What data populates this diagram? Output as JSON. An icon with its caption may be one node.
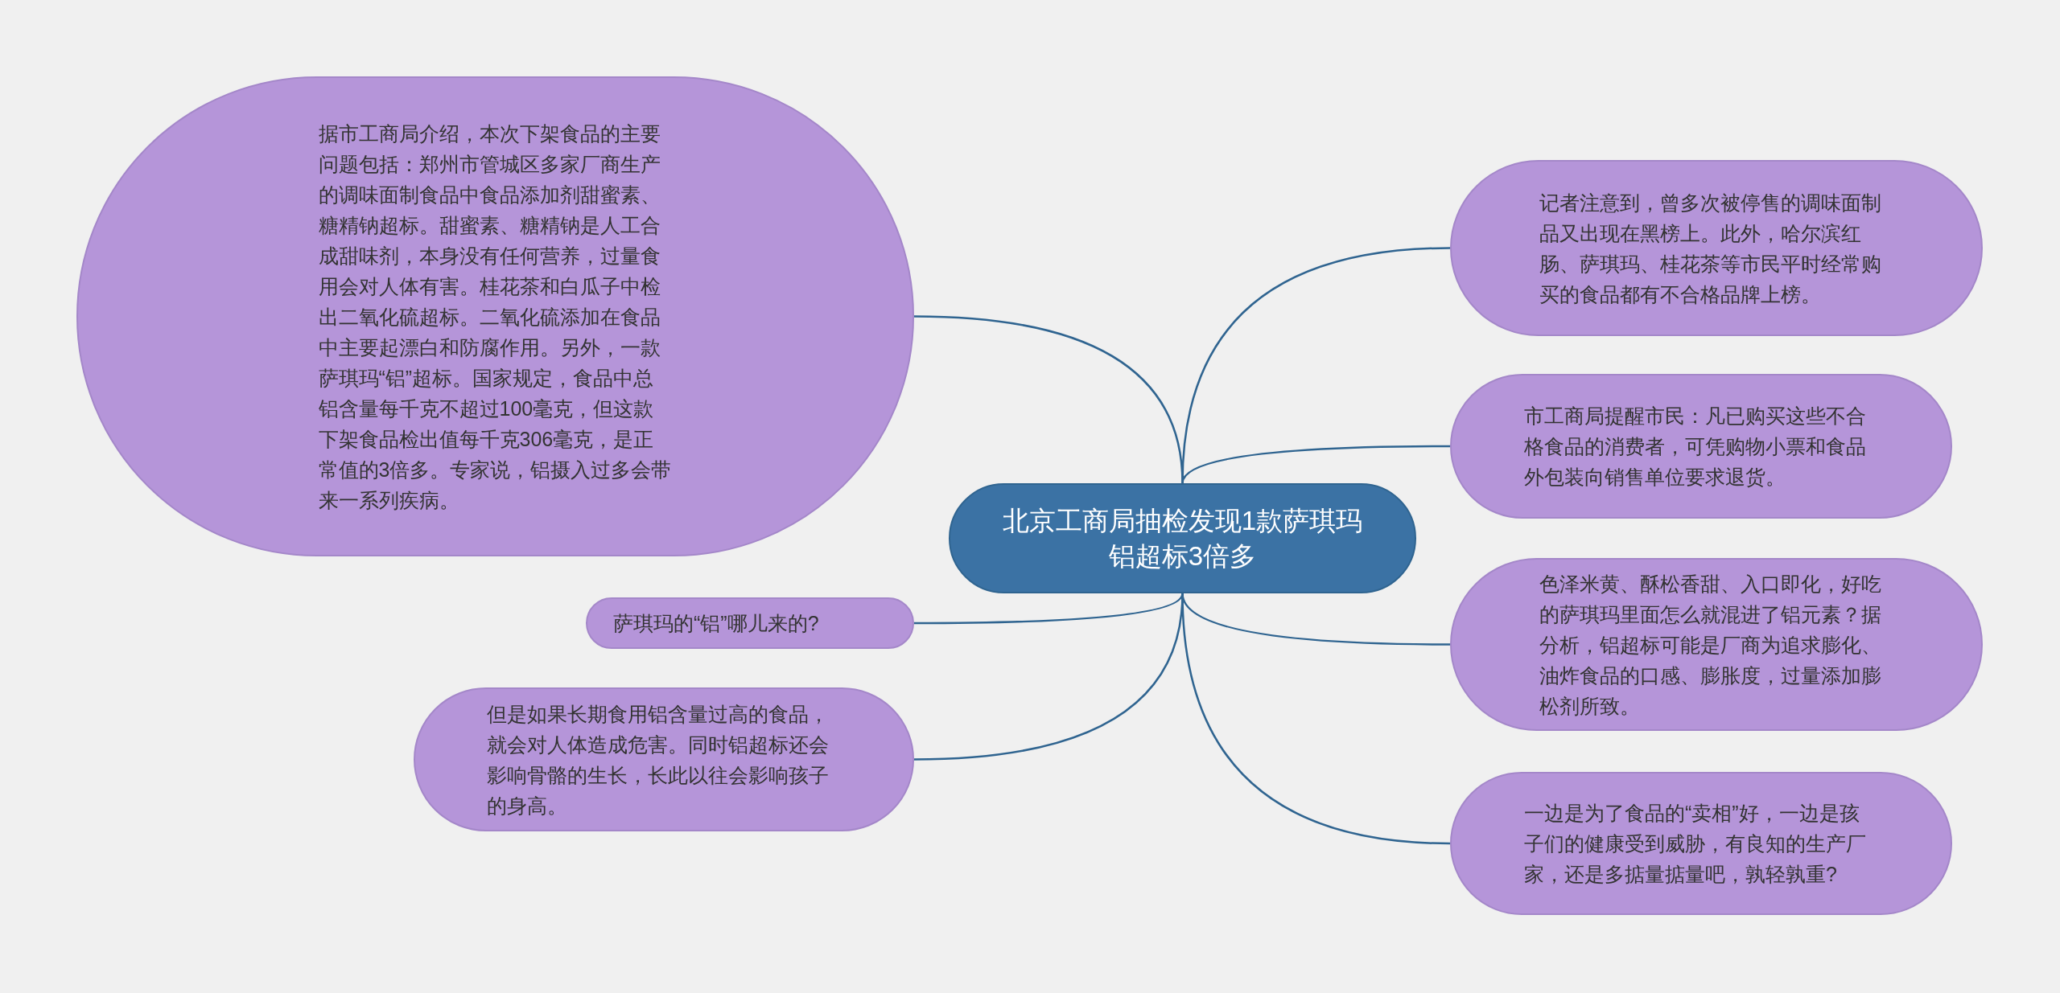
{
  "diagram": {
    "nodes": [
      {
        "text": [
          "北京工商局抽检发现1款萨琪玛铝超标3倍多"
        ]
      },
      {
        "text": [
          "据市工商局介绍，本次下架食品的主要问题包括：郑州市管城区多家厂商生产的调味面制食品中食品添加剂甜蜜素、糖精钠超标。甜蜜素、糖精钠是人工合成甜味剂，本身没有任何营养，过量食用会对人体有害。桂花茶和白瓜子中检出二氧化硫超标。二氧化硫添加在食品中主要起漂白和防腐作用。另外，一款萨琪玛“铝”超标。国家规定，食品中总铝含量每千克不超过100毫克，但这款下架食品检出值每千克306毫克，是正常值的3倍多。专家说，铝摄入过多会带来一系列疾病。"
        ]
      },
      {
        "text": [
          "萨琪玛的“铝”哪儿来的?"
        ]
      },
      {
        "text": [
          "但是如果长期食用铝含量过高的食品，就会对人体造成危害。同时铝超标还会影响骨骼的生长，长此以往会影响孩子的身高。"
        ]
      },
      {
        "text": [
          "记者注意到，曾多次被停售的调味面制品又出现在黑榜上。此外，哈尔滨红肠、萨琪玛、桂花茶等市民平时经常购买的食品都有不合格品牌上榜。"
        ]
      },
      {
        "text": [
          "市工商局提醒市民：凡已购买这些不合格食品的消费者，可凭购物小票和食品外包装向销售单位要求退货。"
        ]
      },
      {
        "text": [
          "色泽米黄、酥松香甜、入口即化，好吃的萨琪玛里面怎么就混进了铝元素？据分析，铝超标可能是厂商为追求膨化、油炸食品的口感、膨胀度，过量添加膨松剂所致。"
        ]
      },
      {
        "text": [
          "一边是为了食品的“卖相”好，一边是孩子们的健康受到威胁，有良知的生产厂家，还是多掂量掂量吧，孰轻孰重?"
        ]
      }
    ],
    "edges": [
      {
        "from": 0,
        "to": 1,
        "arrow": "none"
      },
      {
        "from": 0,
        "to": 2,
        "arrow": "none"
      },
      {
        "from": 0,
        "to": 3,
        "arrow": "none"
      },
      {
        "from": 0,
        "to": 4,
        "arrow": "none"
      },
      {
        "from": 0,
        "to": 5,
        "arrow": "none"
      },
      {
        "from": 0,
        "to": 6,
        "arrow": "none"
      },
      {
        "from": 0,
        "to": 7,
        "arrow": "none"
      }
    ]
  }
}
